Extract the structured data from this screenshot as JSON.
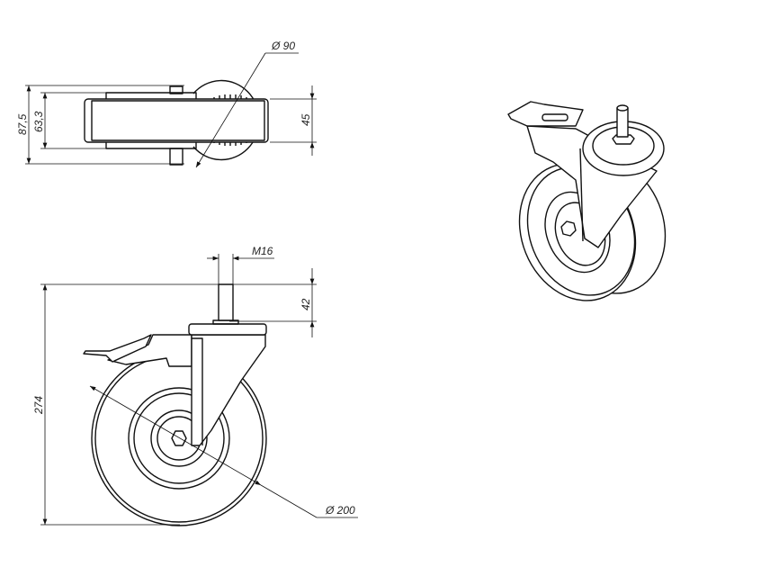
{
  "top_view": {
    "dimensions": {
      "overall_height": "87,5",
      "fork_height": "63,3",
      "wheel_width": "45",
      "plate_diameter": "Ø 90"
    }
  },
  "side_view": {
    "dimensions": {
      "thread": "M16",
      "stem_length": "42",
      "total_height": "274",
      "wheel_diameter": "Ø 200"
    }
  }
}
